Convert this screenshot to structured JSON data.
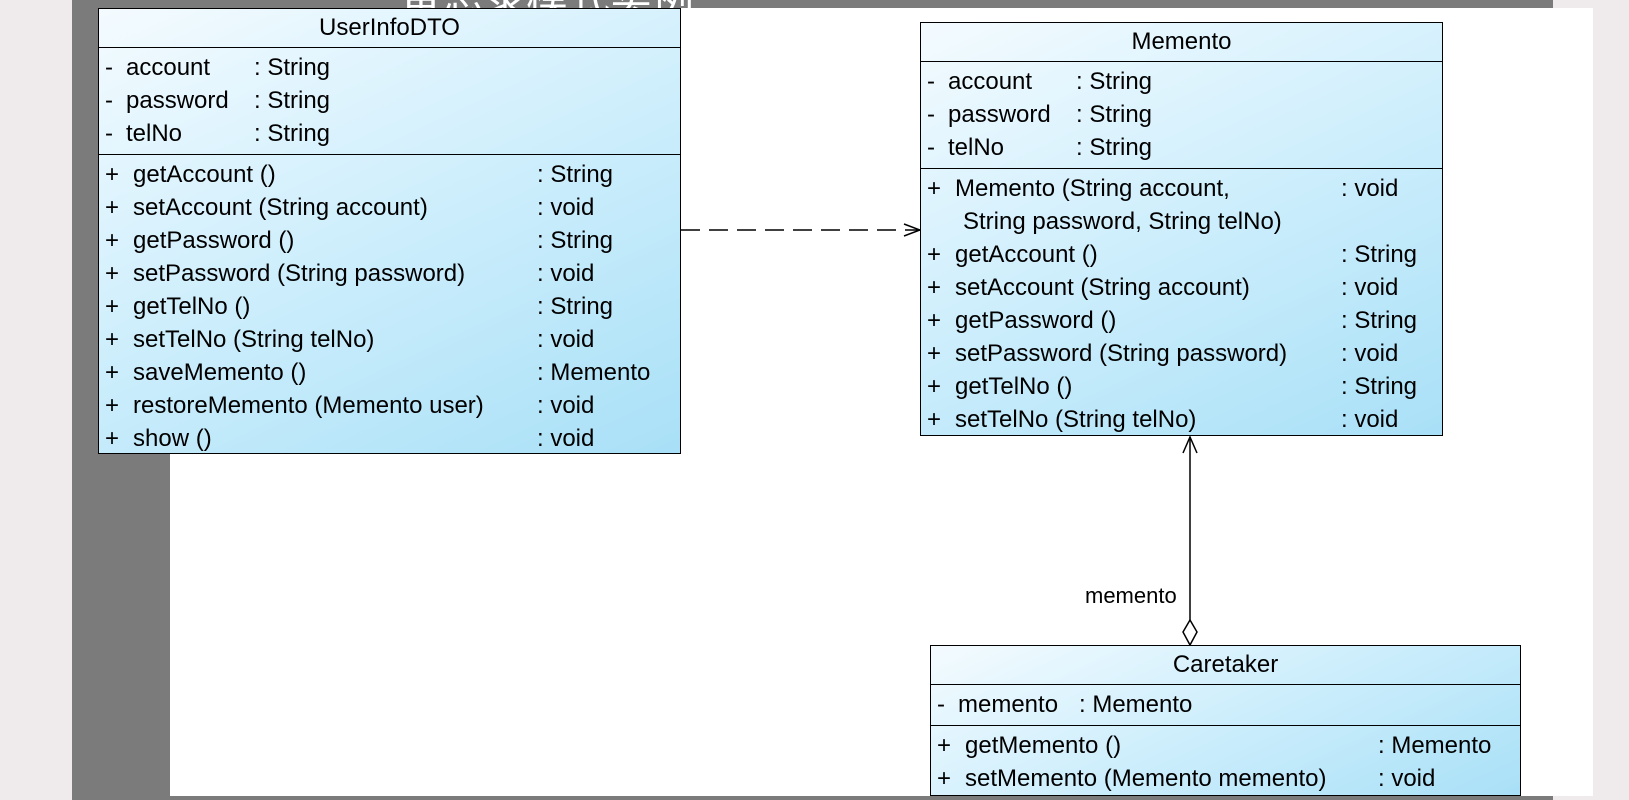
{
  "heading": "备忘录模式实例",
  "classes": {
    "userinfo": {
      "name": "UserInfoDTO",
      "attributes": [
        {
          "vis": "-",
          "name": "account",
          "type": ": String"
        },
        {
          "vis": "-",
          "name": "password",
          "type": ": String"
        },
        {
          "vis": "-",
          "name": "telNo",
          "type": ": String"
        }
      ],
      "operations": [
        {
          "vis": "+",
          "name": "getAccount ()",
          "type": ": String"
        },
        {
          "vis": "+",
          "name": "setAccount (String account)",
          "type": ": void"
        },
        {
          "vis": "+",
          "name": "getPassword ()",
          "type": ": String"
        },
        {
          "vis": "+",
          "name": "setPassword (String password)",
          "type": ": void"
        },
        {
          "vis": "+",
          "name": "getTelNo ()",
          "type": ": String"
        },
        {
          "vis": "+",
          "name": "setTelNo (String telNo)",
          "type": ": void"
        },
        {
          "vis": "+",
          "name": "saveMemento ()",
          "type": ": Memento"
        },
        {
          "vis": "+",
          "name": "restoreMemento (Memento user)",
          "type": ": void"
        },
        {
          "vis": "+",
          "name": "show ()",
          "type": ": void"
        }
      ]
    },
    "memento": {
      "name": "Memento",
      "attributes": [
        {
          "vis": "-",
          "name": "account",
          "type": ": String"
        },
        {
          "vis": "-",
          "name": "password",
          "type": ": String"
        },
        {
          "vis": "-",
          "name": "telNo",
          "type": ": String"
        }
      ],
      "operations": [
        {
          "vis": "+",
          "name": "Memento (String account,",
          "type": ": void",
          "continuation": "String password, String telNo)"
        },
        {
          "vis": "+",
          "name": "getAccount ()",
          "type": ": String"
        },
        {
          "vis": "+",
          "name": "setAccount (String account)",
          "type": ": void"
        },
        {
          "vis": "+",
          "name": "getPassword ()",
          "type": ": String"
        },
        {
          "vis": "+",
          "name": "setPassword (String password)",
          "type": ": void"
        },
        {
          "vis": "+",
          "name": "getTelNo ()",
          "type": ": String"
        },
        {
          "vis": "+",
          "name": "setTelNo (String telNo)",
          "type": ": void"
        }
      ]
    },
    "caretaker": {
      "name": "Caretaker",
      "attributes": [
        {
          "vis": "-",
          "name": "memento",
          "type": ": Memento"
        }
      ],
      "operations": [
        {
          "vis": "+",
          "name": "getMemento ()",
          "type": ": Memento"
        },
        {
          "vis": "+",
          "name": "setMemento (Memento memento)",
          "type": ": void"
        }
      ]
    }
  },
  "relations": {
    "dependency": {
      "from": "UserInfoDTO",
      "to": "Memento",
      "style": "dashed-open-arrow"
    },
    "aggregation": {
      "from": "Caretaker",
      "to": "Memento",
      "role": "memento",
      "style": "hollow-diamond-navigable"
    }
  }
}
